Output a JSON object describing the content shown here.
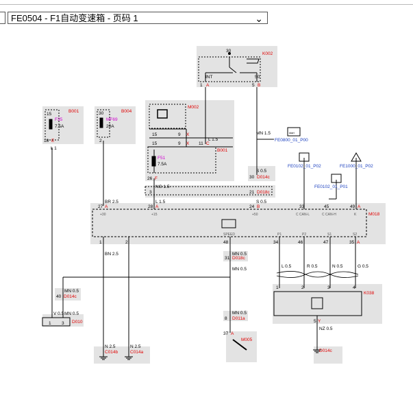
{
  "header": {
    "selector_value": "FE0504 - F1自动变速箱 - 页码 1"
  },
  "colors": {
    "shade": "#e3e3e3",
    "red": "#e00000",
    "blue": "#1a3fbf",
    "magenta": "#d000d0",
    "line": "#000000"
  },
  "k002": {
    "id": "K002",
    "pin_30": "30",
    "pin_int": "INT",
    "pin_50": "50",
    "pin_50t": "50",
    "pin1": "1",
    "pin1c": "A",
    "pin5": "5",
    "pin5c": "B"
  },
  "m002": {
    "id": "M002",
    "r1": "15",
    "r1b": "9",
    "r1c": "X",
    "r2": "15",
    "r2b": "9",
    "r2c": "X",
    "pin11": "11",
    "pin11c": "C"
  },
  "b001_fuse": {
    "id": "B001",
    "name": "F51",
    "rating": "7.5A",
    "pin": "26",
    "pinc": "F"
  },
  "b001_left": {
    "id": "B001",
    "pin15": "15",
    "name": "F35",
    "rating": "7.5A",
    "pin18": "18",
    "pin18c": "E",
    "wire": "L 1"
  },
  "b004": {
    "id": "B004",
    "pin30": "30",
    "name": "MF69",
    "rating": "20A",
    "pin2": "2"
  },
  "wires": {
    "l15": "L 1.5",
    "mn15": "MN 1.5",
    "ng15": "NG 1.5",
    "l15b": "L 1.5",
    "br25": "BR 2.5",
    "bn25": "BN 2.5",
    "s05": "S 0.5",
    "s05b": "S 0.5",
    "mn05a": "MN 0.5",
    "mn05b": "MN 0.5",
    "mn05c": "MN 0.5",
    "mn05d": "MN 0.5",
    "mn05e": "MN 0.5",
    "v05": "V 0.5",
    "l05": "L 0.5",
    "r05": "R 0.5",
    "n05": "N 0.5",
    "g05": "G 0.5",
    "n25a": "N 2.5",
    "n25b": "N 2.5",
    "nz05": "NZ 0.5"
  },
  "links": {
    "start": "FE0800_01_P00",
    "can1": "FE0102_01_P02",
    "can2": "FE1000_01_P02",
    "can3": "FE0102_01_P01",
    "start_icon": "start"
  },
  "conn": {
    "d014c_30": "30",
    "d014c_30n": "D014c",
    "p3": "3",
    "p21": "21",
    "p21n": "D018c",
    "p27": "27",
    "p27c": "A",
    "p28": "28",
    "p28c": "A",
    "p24": "24",
    "p24c": "B",
    "p33": "33",
    "p45": "45",
    "p49": "49",
    "p49c": "A",
    "p1": "1",
    "p2": "2",
    "p48": "48",
    "p34": "34",
    "p46": "46",
    "p47": "47",
    "p35": "35",
    "p35c": "A",
    "p31": "31",
    "p31n": "D018c",
    "p40": "40",
    "p40n": "D014c",
    "p8": "8",
    "p8n": "D011a",
    "p37": "37",
    "p37c": "A",
    "k038_1": "1",
    "k038_2": "2",
    "k038_3": "3",
    "k038_4": "4",
    "k038_5": "5",
    "k038_5c": "Y",
    "d010_1": "1",
    "d010_3": "3",
    "d010": "D010"
  },
  "m018": {
    "id": "M018",
    "l30": "+30",
    "l15": "+15",
    "l50": "+50",
    "lcanl": "C CAN-L",
    "lcanh": "C CAN-H",
    "lk": "K",
    "lspeed": "SPEED",
    "lp1": "P1",
    "lp2": "P2",
    "ls1": "S1",
    "ls2": "S2"
  },
  "k038": {
    "id": "K038"
  },
  "m005": {
    "id": "M005"
  },
  "grounds": {
    "g1": "C014b",
    "g2": "C014a",
    "g3": "D014c"
  }
}
